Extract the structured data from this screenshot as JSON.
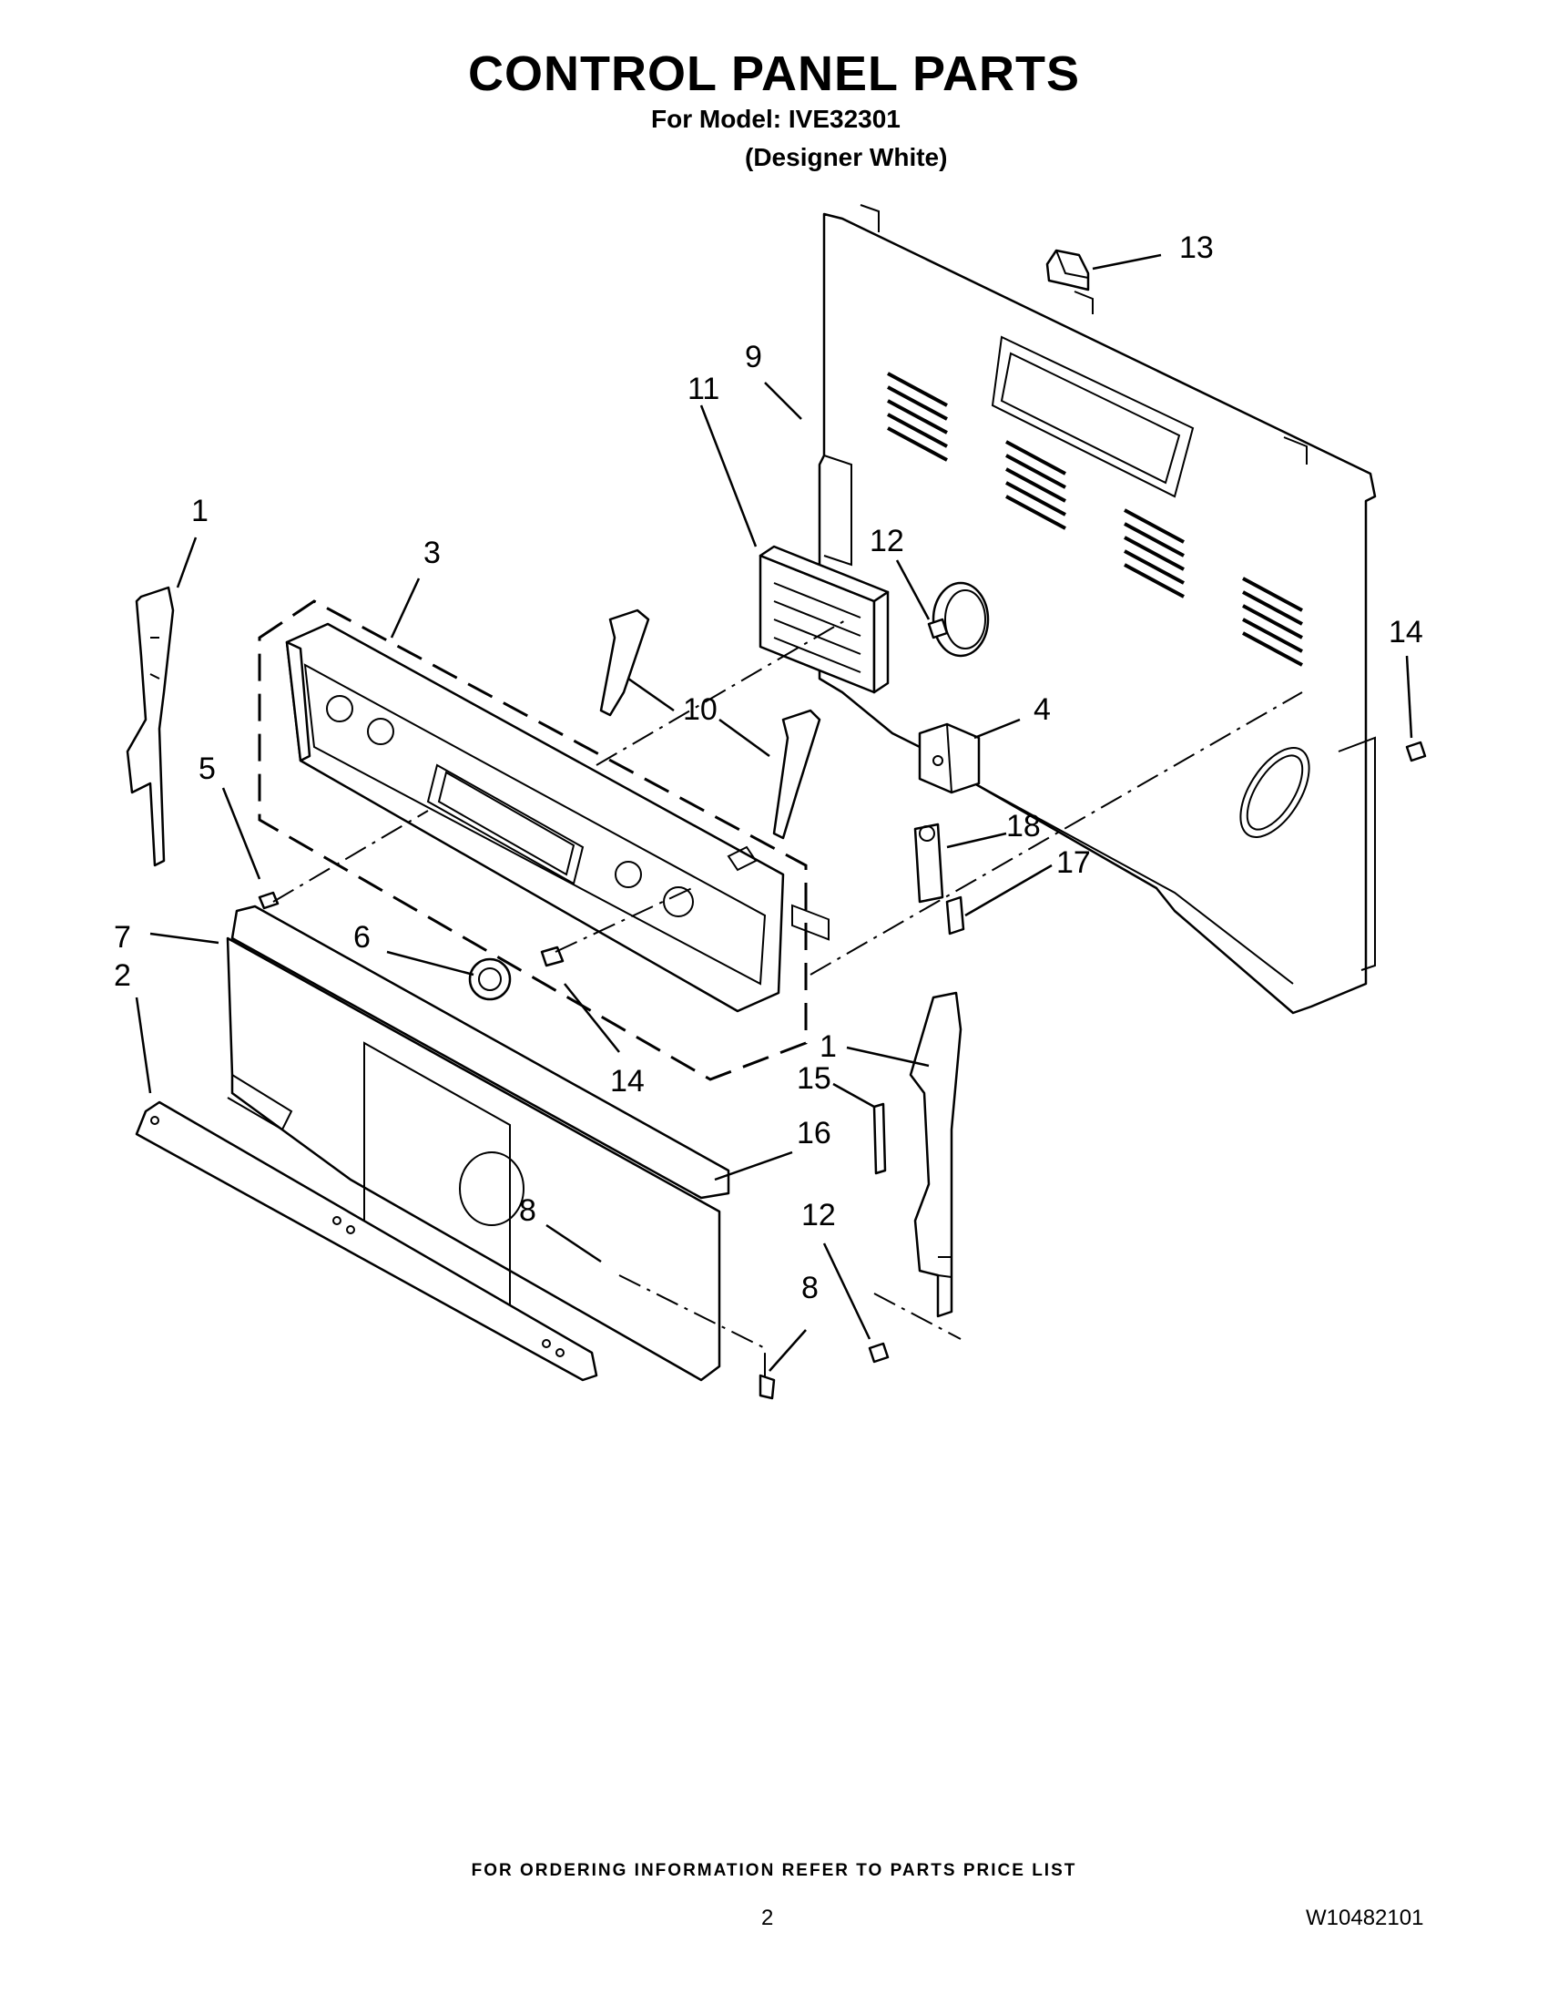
{
  "header": {
    "title": "CONTROL PANEL PARTS",
    "model_line": "For Model: IVE32301",
    "color_line": "(Designer White)"
  },
  "diagram": {
    "callouts": {
      "c1a": "1",
      "c1b": "1",
      "c2": "2",
      "c3": "3",
      "c4": "4",
      "c5": "5",
      "c6": "6",
      "c7": "7",
      "c8a": "8",
      "c8b": "8",
      "c9": "9",
      "c10": "10",
      "c11": "11",
      "c12a": "12",
      "c12b": "12",
      "c13": "13",
      "c14a": "14",
      "c14b": "14",
      "c15": "15",
      "c16": "16",
      "c17": "17",
      "c18": "18"
    }
  },
  "footer": {
    "ordering_note": "FOR ORDERING INFORMATION REFER TO PARTS PRICE LIST",
    "page_number": "2",
    "document_number": "W10482101"
  }
}
